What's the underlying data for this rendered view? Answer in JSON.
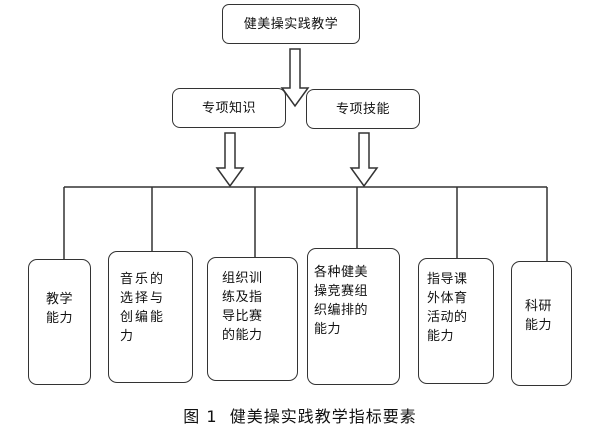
{
  "diagram": {
    "root": "健美操实践教学",
    "level2": [
      "专项知识",
      "专项技能"
    ],
    "leaves": [
      "教学\n能力",
      "音乐的\n选择与\n创编能\n力",
      "组织训\n练及指\n导比赛\n的能力",
      "各种健美\n操竞赛组\n织编排的\n能力",
      "指导课\n外体育\n活动的\n能力",
      "科研\n能力"
    ]
  },
  "caption": {
    "label": "图 1",
    "title": "健美操实践教学指标要素"
  }
}
